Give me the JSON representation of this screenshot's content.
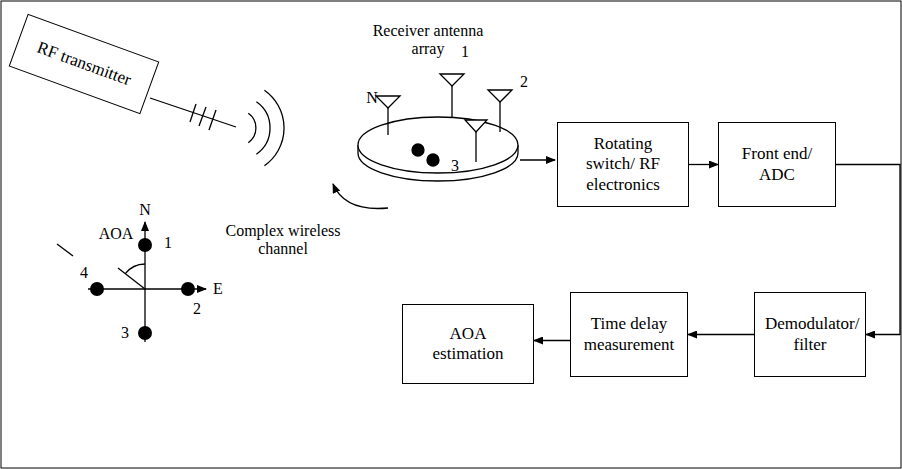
{
  "diagram": {
    "nodes": [
      {
        "text": [
          "RF transmitter"
        ]
      },
      {
        "text": [
          "Rotating switch/ RF electronics"
        ]
      },
      {
        "text": [
          "Front end/ ADC"
        ]
      },
      {
        "text": [
          "Demodulator/ filter"
        ]
      },
      {
        "text": [
          "Time delay measurement"
        ]
      },
      {
        "text": [
          "AOA estimation"
        ]
      }
    ],
    "edges": [
      {
        "from": 1,
        "to": 2,
        "arrow": "to"
      },
      {
        "from": 2,
        "to": 3,
        "arrow": "to"
      },
      {
        "from": 3,
        "to": 4,
        "arrow": "to"
      },
      {
        "from": 4,
        "to": 5,
        "arrow": "to"
      }
    ],
    "labels": [
      "Receiver antenna array",
      "1",
      "N",
      "2",
      "3",
      "Complex wireless channel",
      "N",
      "AOA",
      "1",
      "2",
      "3",
      "4",
      "E"
    ]
  }
}
